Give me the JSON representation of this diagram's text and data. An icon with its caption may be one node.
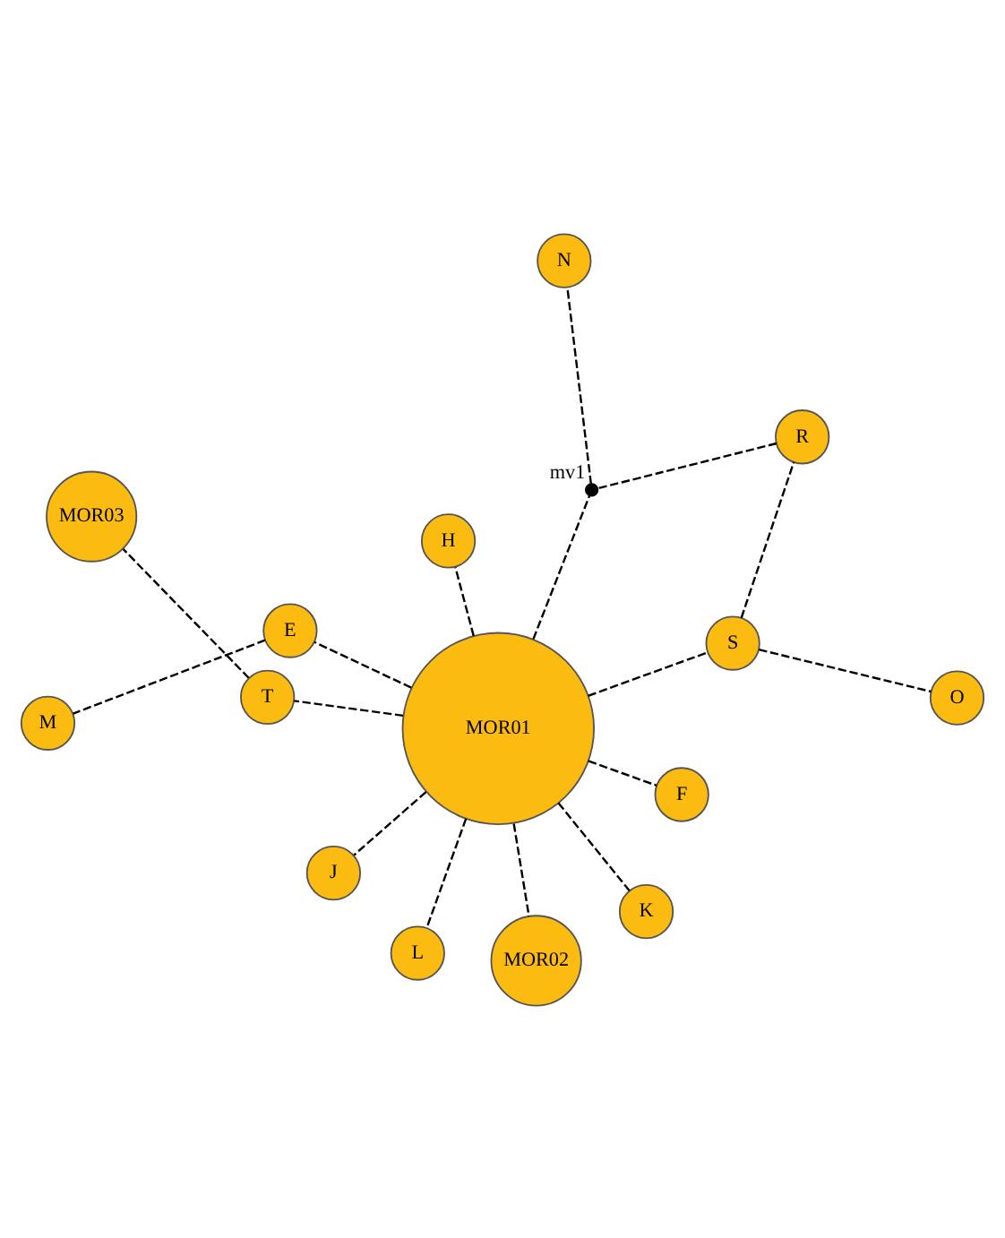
{
  "diagram": {
    "nodes": [
      {
        "text": [
          "M"
        ]
      },
      {
        "text": [
          "F"
        ]
      },
      {
        "text": [
          "MOR02"
        ]
      },
      {
        "text": [
          "E"
        ]
      },
      {
        "text": [
          "H"
        ]
      },
      {
        "text": [
          "MOR03"
        ]
      },
      {
        "text": [
          "J"
        ]
      },
      {
        "text": [
          "K"
        ]
      },
      {
        "text": [
          "L"
        ]
      },
      {
        "text": [
          "MOR01"
        ]
      },
      {
        "text": [
          "T"
        ]
      },
      {
        "text": [
          "S"
        ]
      },
      {
        "text": [],
        "shape": "circle",
        "beside": [
          "mv1"
        ]
      },
      {
        "text": [
          "R"
        ]
      },
      {
        "text": [
          "N"
        ]
      },
      {
        "text": [
          "O"
        ]
      }
    ],
    "edges": [
      {
        "from": 9,
        "to": 2,
        "arrow": "none",
        "style": "dashed"
      },
      {
        "from": 9,
        "to": 1,
        "arrow": "none",
        "style": "dashed"
      },
      {
        "from": 9,
        "to": 3,
        "arrow": "none",
        "style": "dashed"
      },
      {
        "from": 3,
        "to": 0,
        "arrow": "none",
        "style": "dashed"
      },
      {
        "from": 9,
        "to": 4,
        "arrow": "none",
        "style": "dashed"
      },
      {
        "from": 9,
        "to": 7,
        "arrow": "none",
        "style": "dashed"
      },
      {
        "from": 9,
        "to": 6,
        "arrow": "none",
        "style": "dashed"
      },
      {
        "from": 9,
        "to": 8,
        "arrow": "none",
        "style": "dashed"
      },
      {
        "from": 9,
        "to": 10,
        "arrow": "none",
        "style": "dashed"
      },
      {
        "from": 10,
        "to": 5,
        "arrow": "none",
        "style": "dashed"
      },
      {
        "from": 9,
        "to": 11,
        "arrow": "none",
        "style": "dashed"
      },
      {
        "from": 9,
        "to": 12,
        "arrow": "none",
        "style": "dashed"
      },
      {
        "from": 11,
        "to": 15,
        "arrow": "none",
        "style": "dashed"
      },
      {
        "from": 11,
        "to": 13,
        "arrow": "none",
        "style": "dashed"
      },
      {
        "from": 13,
        "to": 12,
        "arrow": "none",
        "style": "dashed"
      },
      {
        "from": 12,
        "to": 14,
        "arrow": "none",
        "style": "dashed"
      }
    ]
  }
}
